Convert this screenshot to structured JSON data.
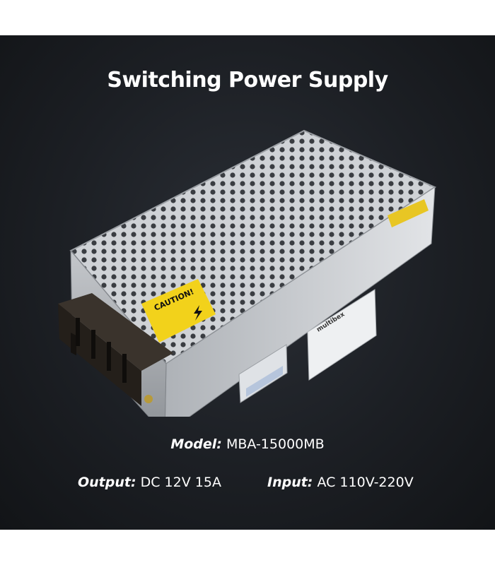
{
  "title": "Switching Power Supply",
  "specs": {
    "model": {
      "label": "Model:",
      "value": "MBA-15000MB"
    },
    "output": {
      "label": "Output:",
      "value": "DC 12V 15A"
    },
    "input": {
      "label": "Input:",
      "value": "AC 110V-220V"
    }
  },
  "product": {
    "caution_label": "CAUTION!",
    "brand_label": "multibex",
    "colors": {
      "background": "#1c1f24",
      "metal": "#c9ccd0",
      "caution_yellow": "#f2d21b",
      "terminal": "#2a2520"
    },
    "icons": [
      "lightning-icon"
    ]
  }
}
